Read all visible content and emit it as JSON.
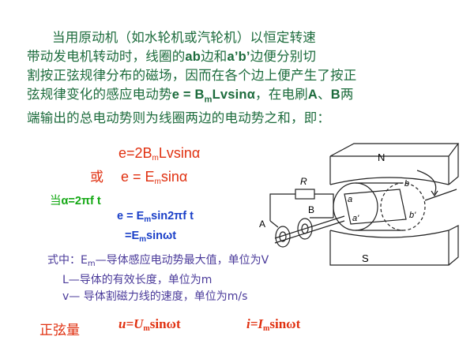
{
  "paragraph": {
    "line1": "当用原动机（如水轮机或汽轮机）以恒定转速",
    "line2a": "带动发电机转动时，线圈的",
    "line2b": "ab",
    "line2c": "边和",
    "line2d": "a’b’",
    "line2e": "边便分别切",
    "line3": "割按正弦规律分布的磁场，因而在各个边上便产生了按正",
    "line4a": "弦规律变化的感应电动势",
    "line4b": "e = B",
    "line4c": "m",
    "line4d": "Lvsinα",
    "line4e": "，在电刷",
    "line4f": "A",
    "line4g": "、",
    "line4h": "B",
    "line4i": "两",
    "line5": "端输出的总电动势则为线圈两边的电动势之和，即："
  },
  "formulas": {
    "f1a": "e=2B",
    "f1b": "m",
    "f1c": "Lvsinα",
    "or_label": "或",
    "f2a": "e = E",
    "f2b": "m",
    "f2c": "sinα",
    "f3a": "当",
    "f3b": "α=2πf t",
    "f4a": "e = E",
    "f4b": "m",
    "f4c": "sin2πf t",
    "f5a": "=E",
    "f5b": "m",
    "f5c": "sinωt"
  },
  "definitions": {
    "d1a": "式中：E",
    "d1b": "m",
    "d1c": "—导体感应电动势最大值，单位为V",
    "d2": "L—导体的有效长度，单位为m",
    "d3": "v— 导体割磁力线的速度，单位为m/s"
  },
  "bottom": {
    "label": "正弦量",
    "u_a": "u=U",
    "u_b": "m",
    "u_c": "sinωt",
    "i_a": "i=I",
    "i_b": "m",
    "i_c": "sinωt"
  },
  "figure": {
    "label_N": "N",
    "label_S": "S",
    "label_R": "R",
    "label_A": "A",
    "label_B": "B",
    "label_a": "a",
    "label_b": "b",
    "label_a2": "a'",
    "label_b2": "b'"
  },
  "colors": {
    "paragraph": "#1c6b3c",
    "red": "#e03010",
    "blue": "#1a3fc8",
    "green": "#13a813",
    "purple": "#4a3a9a"
  }
}
